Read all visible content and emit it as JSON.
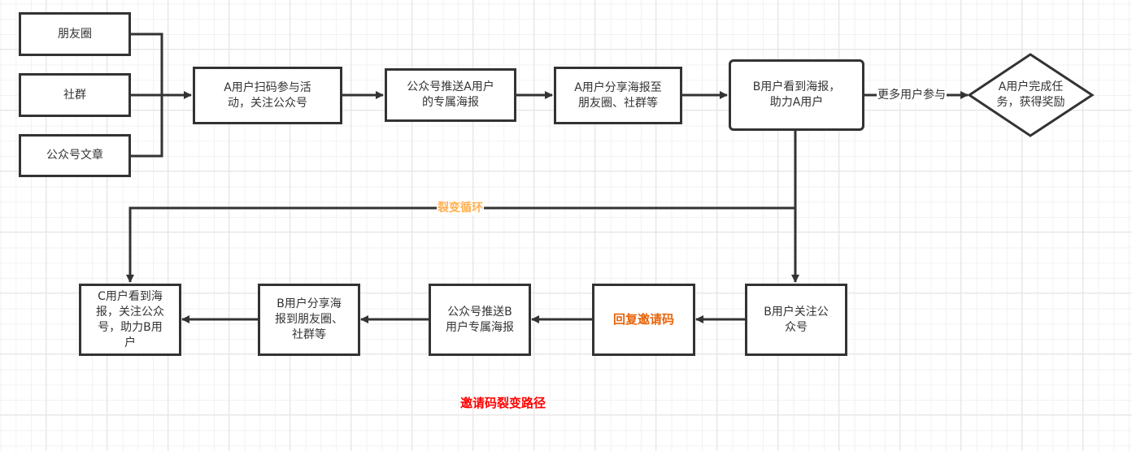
{
  "diagram": {
    "sources": [
      {
        "id": "moments",
        "label": "朋友圈"
      },
      {
        "id": "community",
        "label": "社群"
      },
      {
        "id": "article",
        "label": "公众号文章"
      }
    ],
    "top_flow": [
      {
        "id": "a-scan",
        "label": "A用户扫码参与活\n动，关注公众号"
      },
      {
        "id": "push-a",
        "label": "公众号推送A用户\n的专属海报"
      },
      {
        "id": "share-a",
        "label": "A用户分享海报至\n朋友圈、社群等"
      },
      {
        "id": "b-see",
        "label": "B用户看到海报，\n助力A用户"
      }
    ],
    "decision": {
      "id": "a-complete",
      "label": "A用户完成任\n务，获得奖励"
    },
    "bottom_flow": [
      {
        "id": "b-follow",
        "label": "B用户关注公\n众号"
      },
      {
        "id": "reply-code",
        "label": "回复邀请码"
      },
      {
        "id": "push-b",
        "label": "公众号推送B\n用户专属海报"
      },
      {
        "id": "share-b",
        "label": "B用户分享海\n报到朋友圈、\n社群等"
      },
      {
        "id": "c-see",
        "label": "C用户看到海\n报，关注公众\n号，助力B用\n户"
      }
    ],
    "edge_labels": {
      "more_users": "更多用户参与",
      "fission_loop": "裂变循环"
    },
    "caption": "邀请码裂变路径",
    "colors": {
      "stroke": "#333333",
      "loop_label": "#ffb050",
      "highlight": "#e8640c",
      "caption": "#ff0000"
    }
  }
}
